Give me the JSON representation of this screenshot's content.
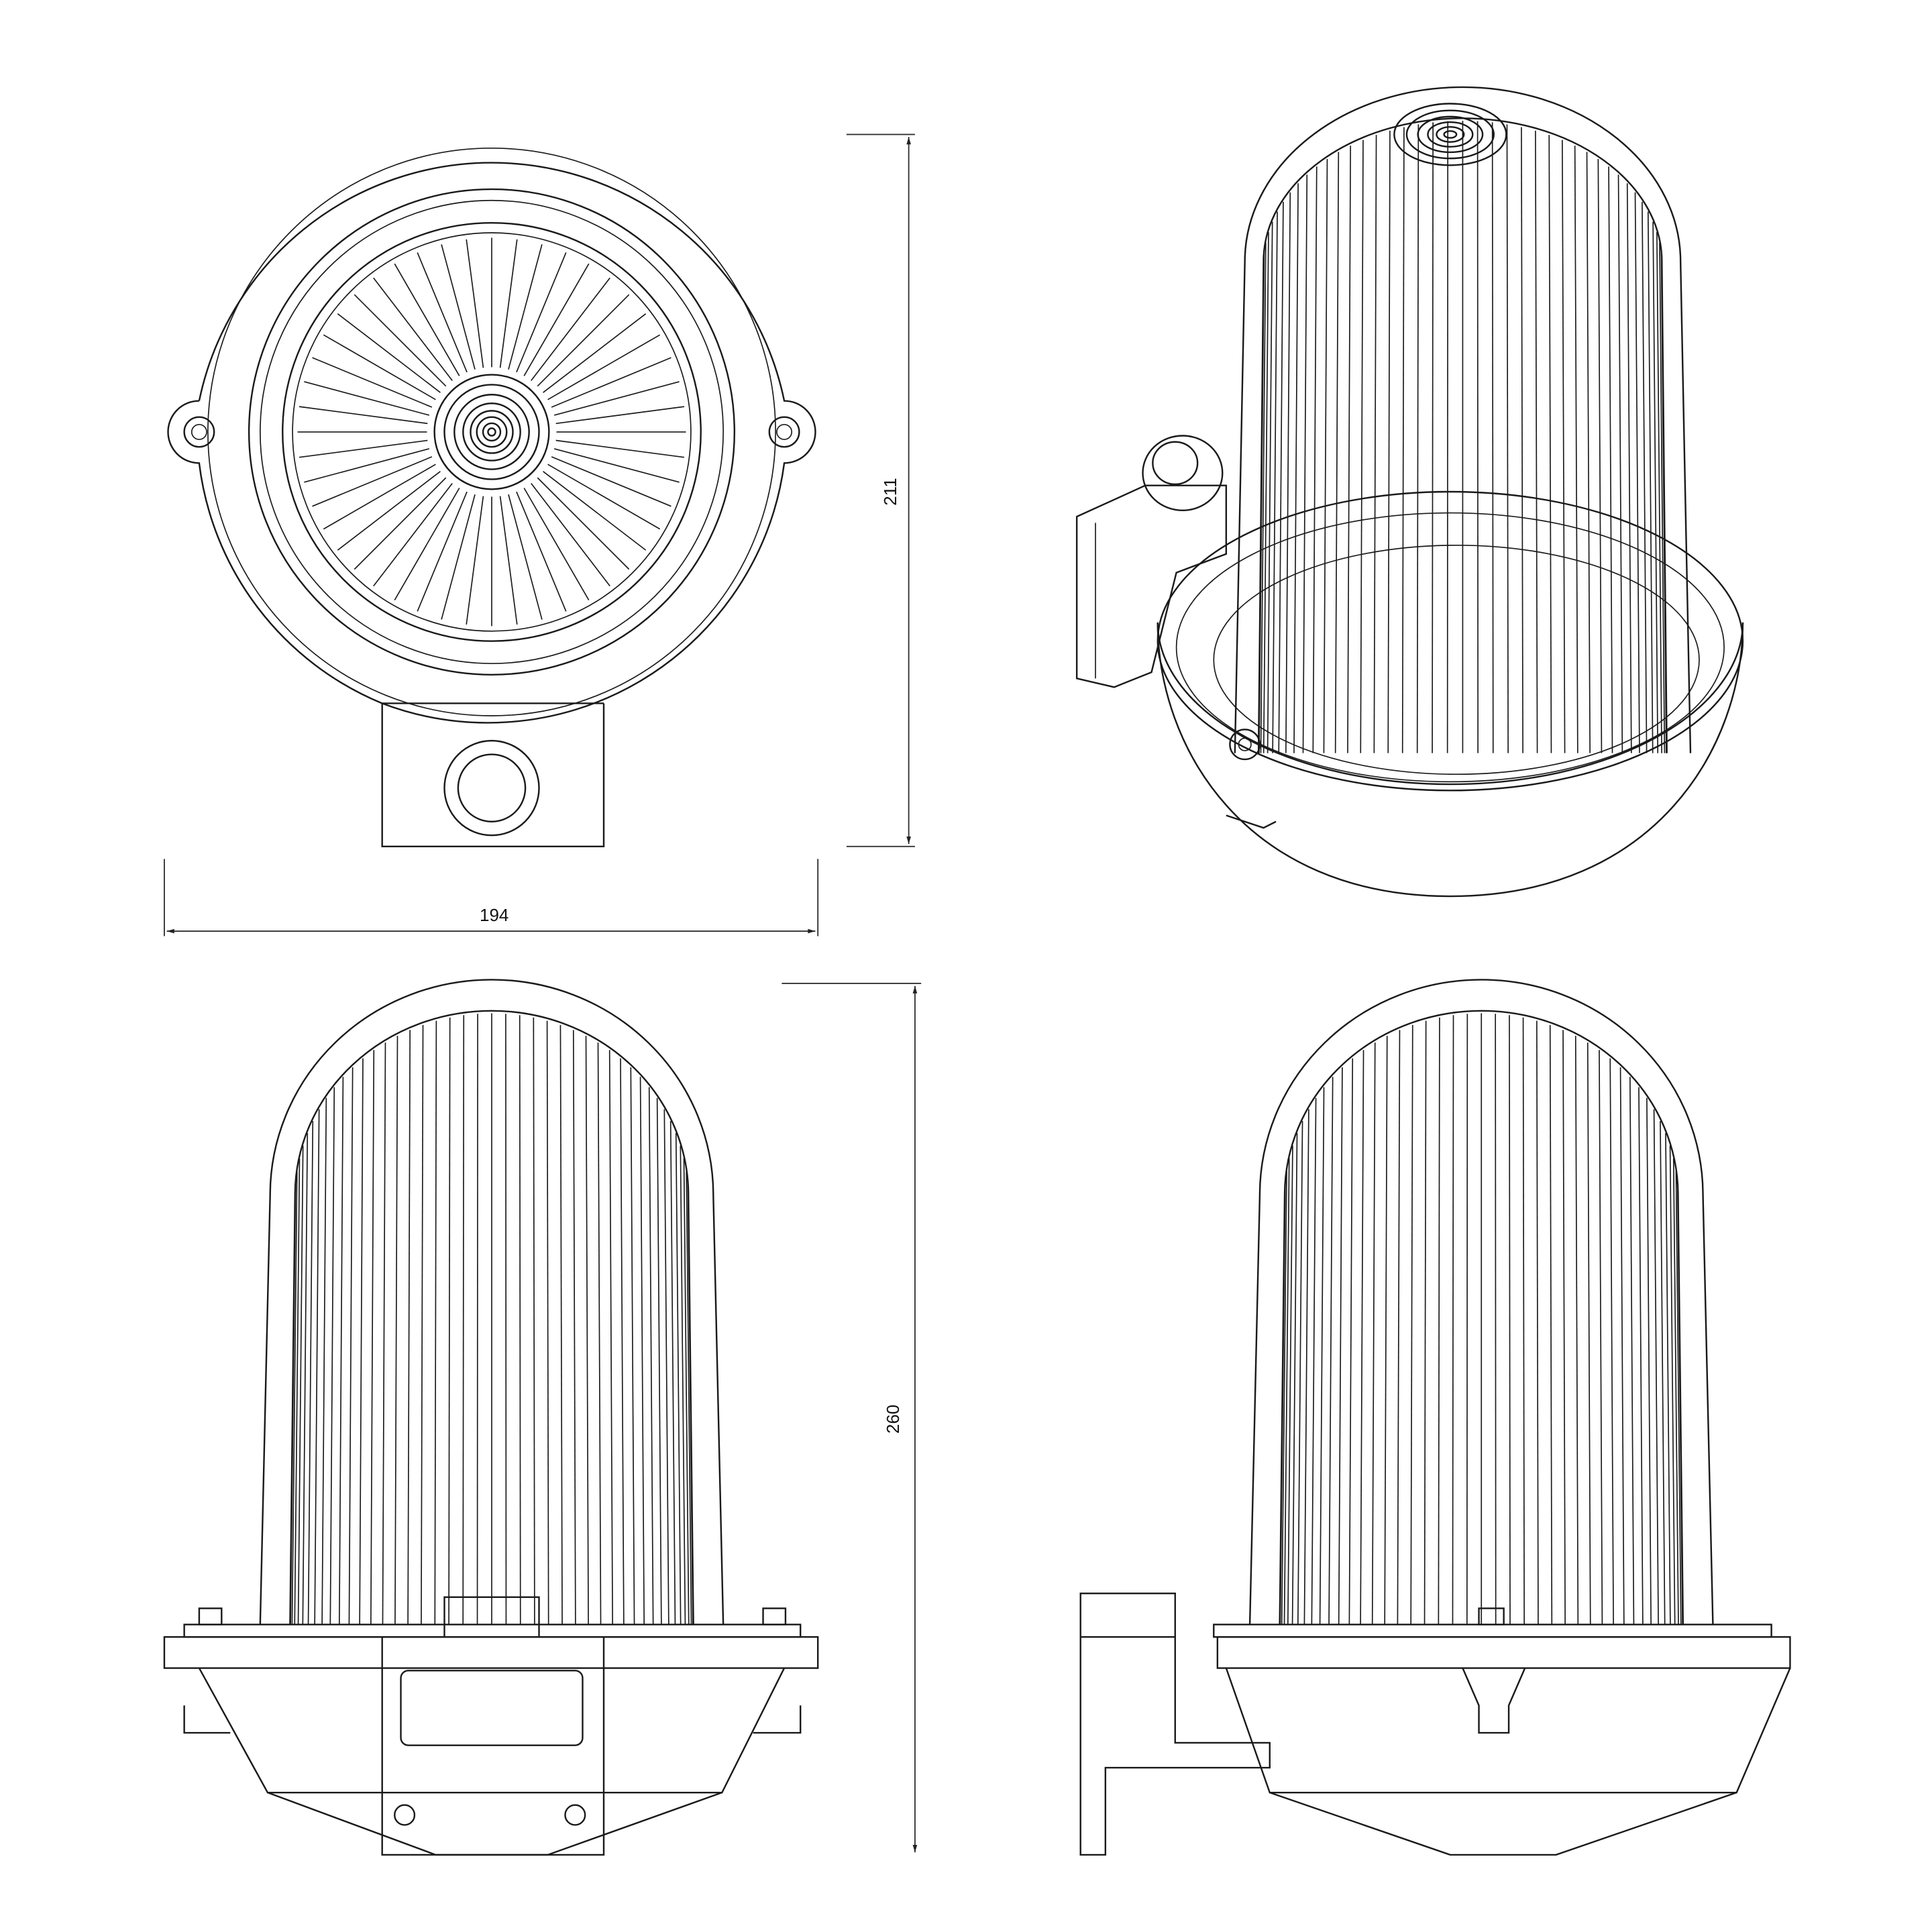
{
  "dimensions": {
    "front_height": "211",
    "front_width": "194",
    "side_height": "260"
  },
  "views": [
    "front-view",
    "isometric-view",
    "side-view-left",
    "side-view-right"
  ],
  "colors": {
    "line": "#1a1a1a",
    "background": "#ffffff"
  }
}
